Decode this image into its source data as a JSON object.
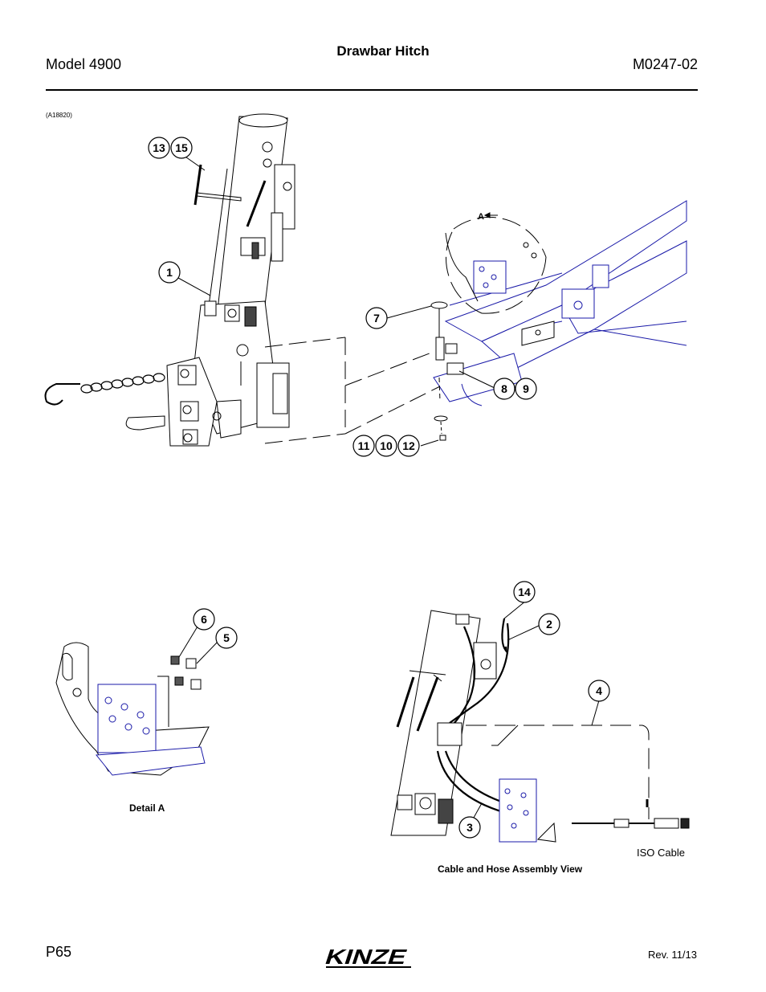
{
  "header": {
    "title": "Drawbar Hitch",
    "model": "Model 4900",
    "doc_number": "M0247-02"
  },
  "figure_id": "(A18820)",
  "callouts": {
    "c1": "1",
    "c2": "2",
    "c3": "3",
    "c4": "4",
    "c5": "5",
    "c6": "6",
    "c7": "7",
    "c8": "8",
    "c9": "9",
    "c10": "10",
    "c11": "11",
    "c12": "12",
    "c13": "13",
    "c14": "14",
    "c15": "15",
    "detail_letter": "A"
  },
  "captions": {
    "detail": "Detail A",
    "assembly_view": "Cable and Hose Assembly View",
    "iso_cable": "ISO Cable"
  },
  "footer": {
    "page": "P65",
    "revision": "Rev. 11/13",
    "logo_text": "KINZE"
  },
  "colors": {
    "line": "#000000",
    "part_blue": "#1a1aa8"
  }
}
